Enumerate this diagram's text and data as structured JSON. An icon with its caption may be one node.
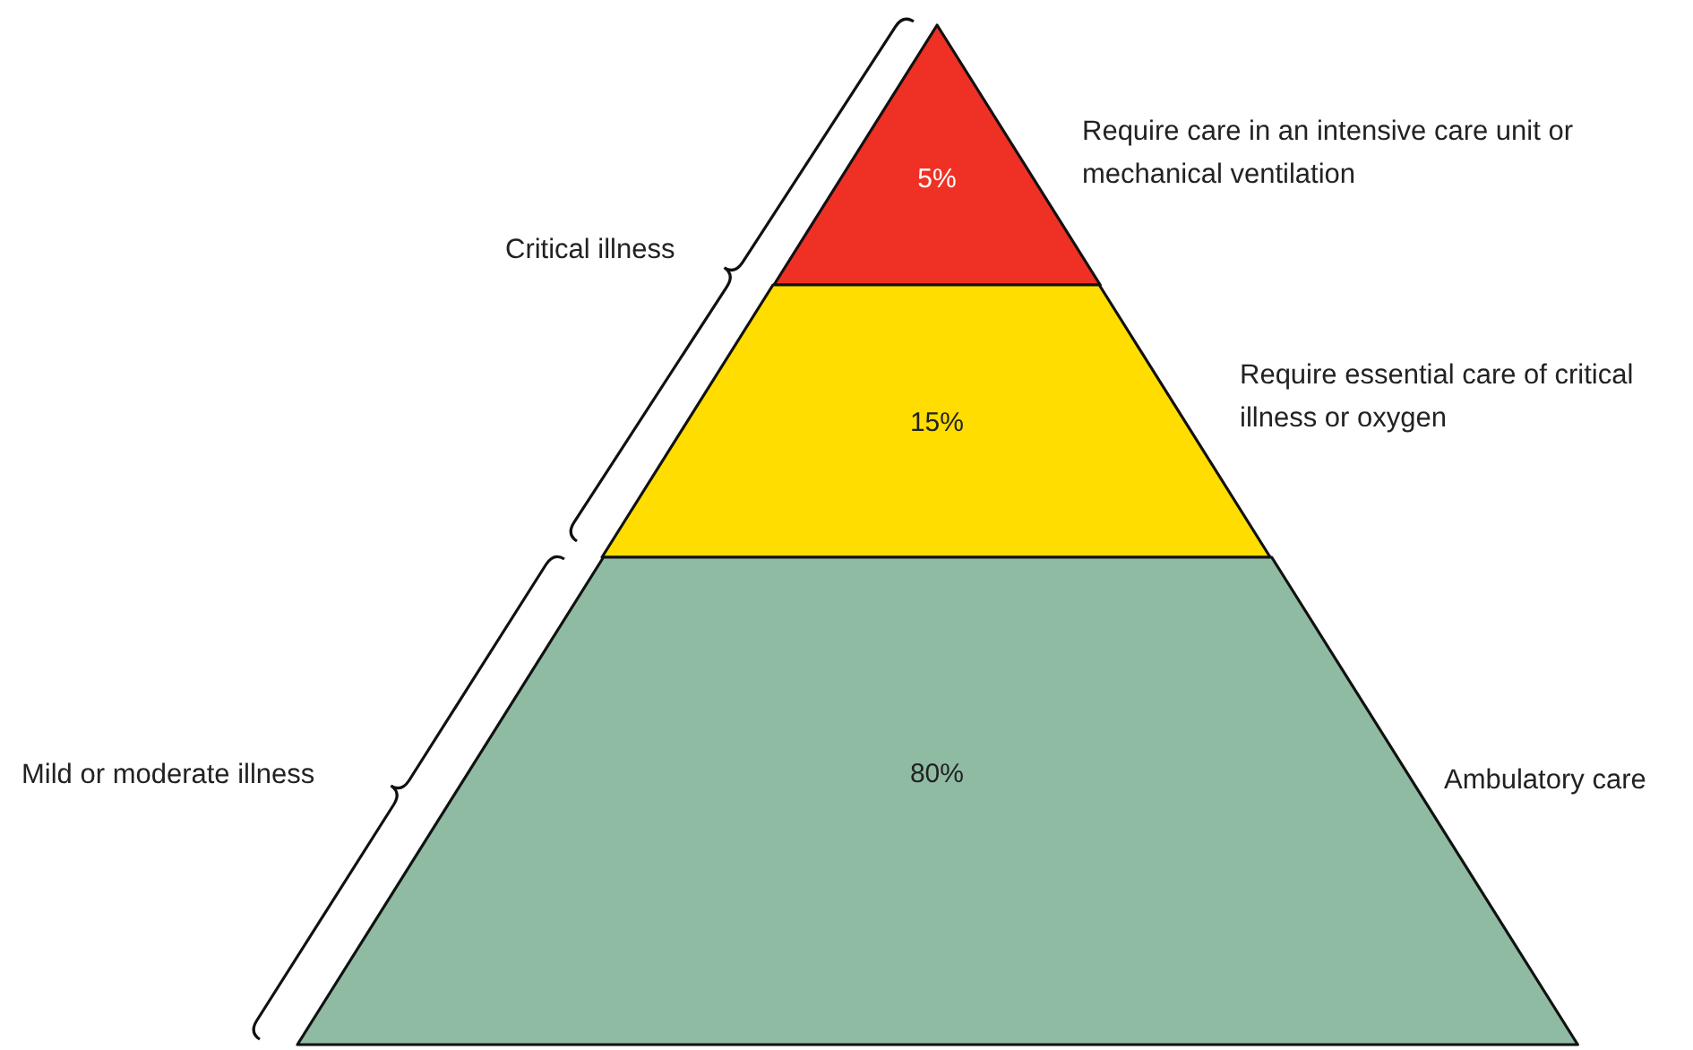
{
  "diagram": {
    "nodes": [
      {
        "text": [
          "5%"
        ],
        "beside": [
          "Require care in an intensive care unit or mechanical ventilation"
        ]
      },
      {
        "text": [
          "15%"
        ],
        "beside": [
          "Require essential care of critical illness or oxygen"
        ]
      },
      {
        "text": [
          "80%"
        ],
        "beside": [
          "Ambulatory care"
        ]
      }
    ],
    "labels": [
      "Critical illness",
      "Mild or moderate illness"
    ]
  }
}
